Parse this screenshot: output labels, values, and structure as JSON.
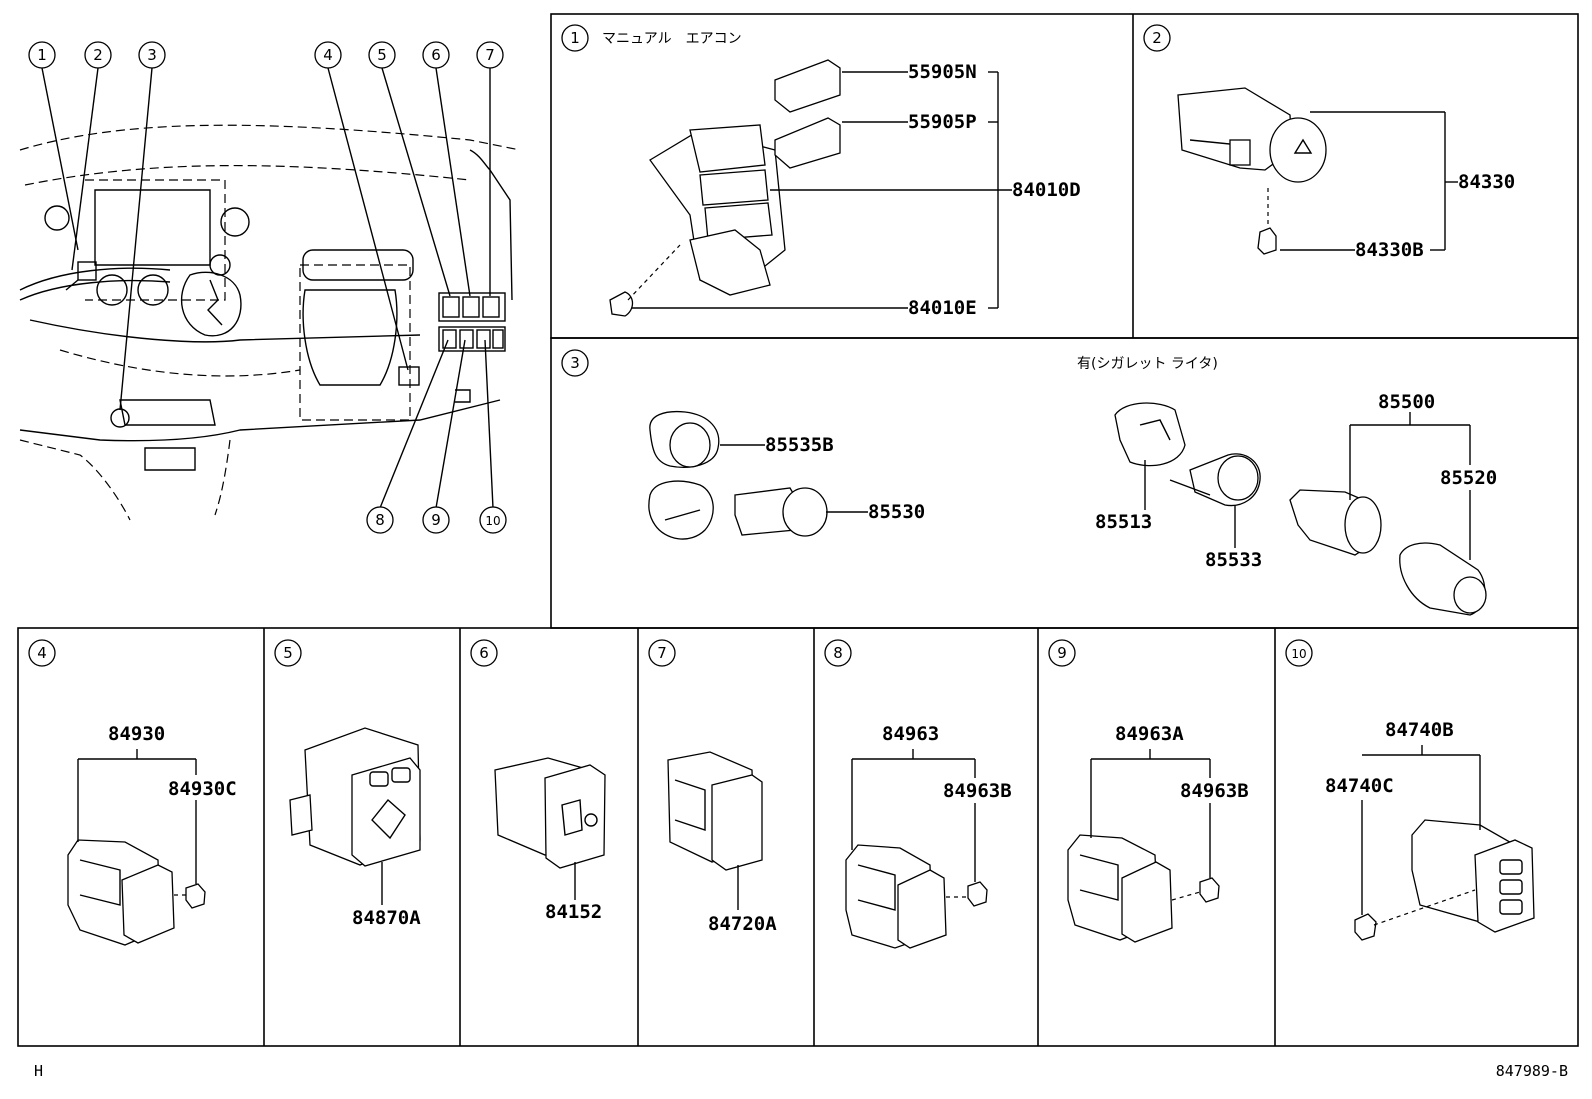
{
  "callout_numbers": [
    "1",
    "2",
    "3",
    "4",
    "5",
    "6",
    "7",
    "8",
    "9",
    "10"
  ],
  "panels": {
    "p1": {
      "num": "1",
      "title": "マニュアル　エアコン",
      "parts": [
        "55905N",
        "55905P",
        "84010D",
        "84010E"
      ]
    },
    "p2": {
      "num": "2",
      "parts": [
        "84330",
        "84330B"
      ]
    },
    "p3": {
      "num": "3",
      "note": "有(シガレット ライタ)",
      "parts": [
        "85535B",
        "85530",
        "85513",
        "85533",
        "85500",
        "85520"
      ]
    },
    "p4": {
      "num": "4",
      "parts": [
        "84930",
        "84930C"
      ]
    },
    "p5": {
      "num": "5",
      "parts": [
        "84870A"
      ]
    },
    "p6": {
      "num": "6",
      "parts": [
        "84152"
      ]
    },
    "p7": {
      "num": "7",
      "parts": [
        "84720A"
      ]
    },
    "p8": {
      "num": "8",
      "parts": [
        "84963",
        "84963B"
      ]
    },
    "p9": {
      "num": "9",
      "parts": [
        "84963A",
        "84963B"
      ]
    },
    "p10": {
      "num": "10",
      "parts": [
        "84740B",
        "84740C"
      ]
    }
  },
  "footer": {
    "left": "H",
    "right": "847989-B"
  }
}
